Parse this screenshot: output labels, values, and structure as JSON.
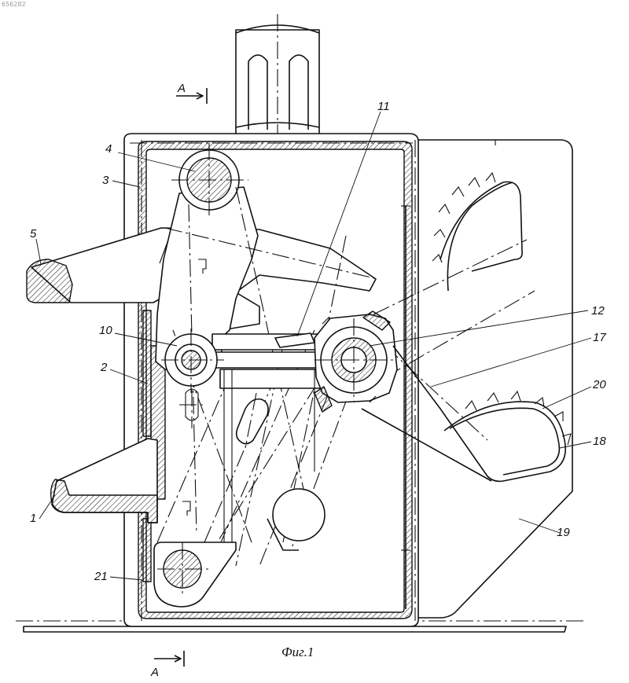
{
  "watermark": "656282",
  "caption": "Фиг.1",
  "section_mark": "A",
  "labels": {
    "n1": "1",
    "n2": "2",
    "n3": "3",
    "n4": "4",
    "n5": "5",
    "n10": "10",
    "n11": "11",
    "n12": "12",
    "n17": "17",
    "n18": "18",
    "n19": "19",
    "n20": "20",
    "n21": "21"
  }
}
